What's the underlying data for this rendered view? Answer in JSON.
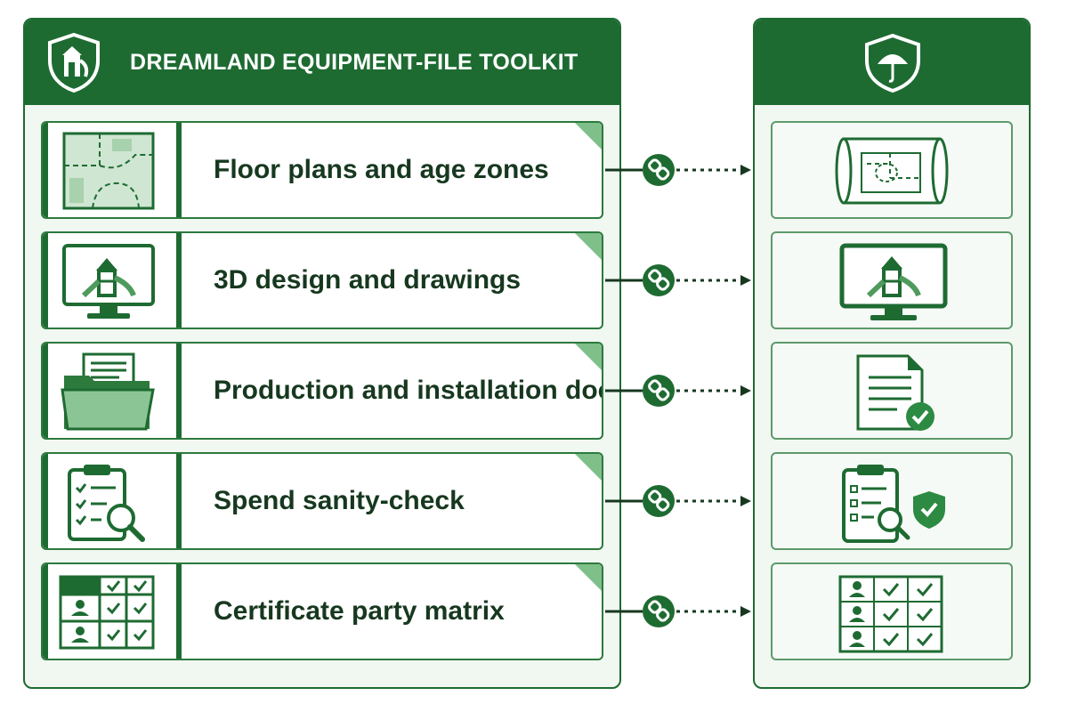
{
  "toolkit": {
    "title": "DREAMLAND EQUIPMENT-FILE TOOLKIT",
    "items": [
      {
        "label": "Floor plans and age zones",
        "icon": "floor-plan-icon",
        "target_icon": "blueprint-scroll-icon"
      },
      {
        "label": "3D design and drawings",
        "icon": "monitor-playground-icon",
        "target_icon": "monitor-playground-icon"
      },
      {
        "label": "Production and installation docs",
        "icon": "folder-documents-icon",
        "target_icon": "document-check-icon"
      },
      {
        "label": "Spend sanity-check",
        "icon": "clipboard-magnifier-icon",
        "target_icon": "clipboard-shield-check-icon"
      },
      {
        "label": "Certificate party matrix",
        "icon": "party-matrix-icon",
        "target_icon": "party-matrix-icon"
      }
    ]
  },
  "colors": {
    "primary": "#1e6b32",
    "panel_bg": "#f1f7f1",
    "accent_light": "#7fbf8a"
  }
}
